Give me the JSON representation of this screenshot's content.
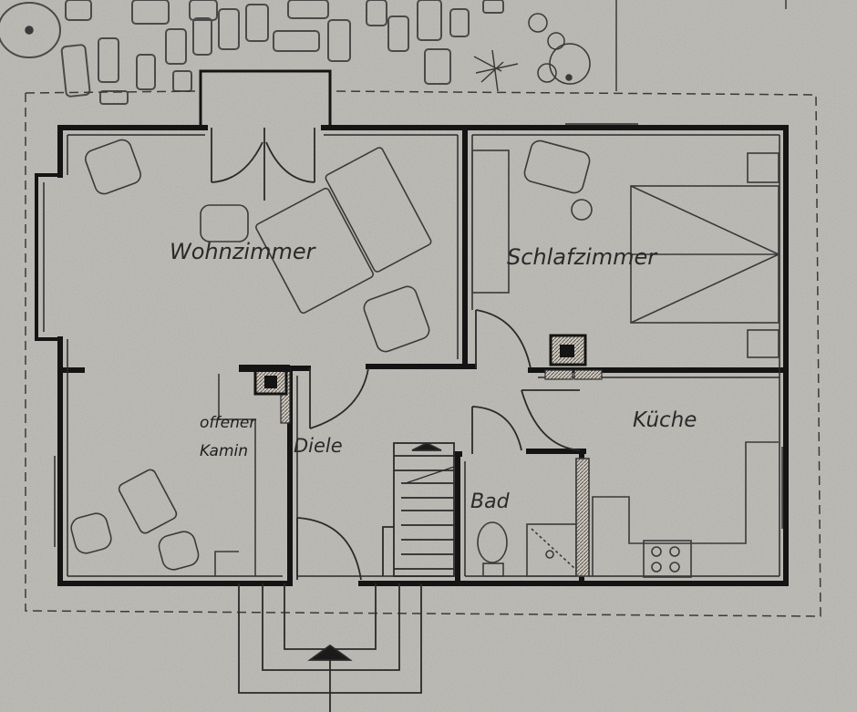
{
  "rooms": {
    "wohnzimmer": "Wohnzimmer",
    "schlafzimmer": "Schlafzimmer",
    "kueche": "Küche",
    "diele": "Diele",
    "bad": "Bad"
  },
  "annotations": {
    "fireplace_line1": "offener",
    "fireplace_line2": "Kamin"
  },
  "colors": {
    "paper": "#b9b7b1",
    "wall": "#141414",
    "line": "#3a3a3a"
  }
}
